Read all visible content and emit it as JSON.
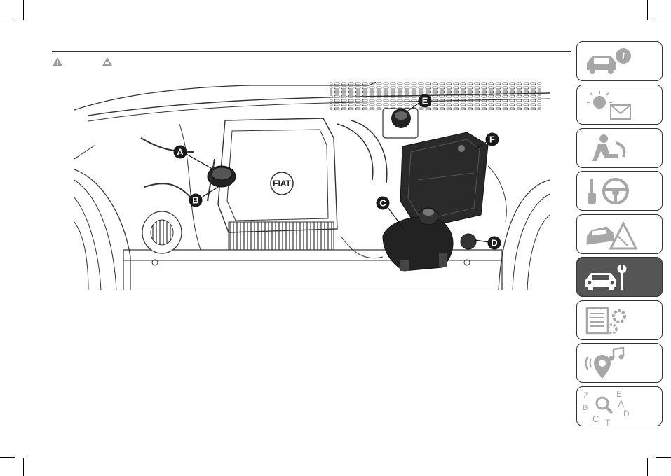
{
  "figure": {
    "logo_text": "FIAT",
    "callouts": [
      "A",
      "B",
      "C",
      "D",
      "E",
      "F"
    ]
  },
  "sidebar": {
    "tabs": [
      {
        "name": "knowing-the-car",
        "icon": "car-info-icon",
        "active": false
      },
      {
        "name": "dashboard-lights",
        "icon": "warning-light-message-icon",
        "active": false
      },
      {
        "name": "safety",
        "icon": "seat-airbag-icon",
        "active": false
      },
      {
        "name": "starting-and-driving",
        "icon": "key-steering-wheel-icon",
        "active": false
      },
      {
        "name": "in-an-emergency",
        "icon": "car-breakdown-warning-triangle-icon",
        "active": false
      },
      {
        "name": "servicing-and-maintenance",
        "icon": "car-wrench-icon",
        "active": true
      },
      {
        "name": "technical-data",
        "icon": "list-gears-icon",
        "active": false
      },
      {
        "name": "multimedia",
        "icon": "music-location-icon",
        "active": false
      },
      {
        "name": "index",
        "icon": "alphabet-search-icon",
        "active": false
      }
    ],
    "index_letters": [
      "Z",
      "E",
      "A",
      "B",
      "C",
      "D",
      "T"
    ]
  },
  "colors": {
    "active_tab": "#555555",
    "tab_border": "#333333",
    "icon_gray": "#a7a7a7",
    "callout_fill": "#1a1a1a"
  }
}
